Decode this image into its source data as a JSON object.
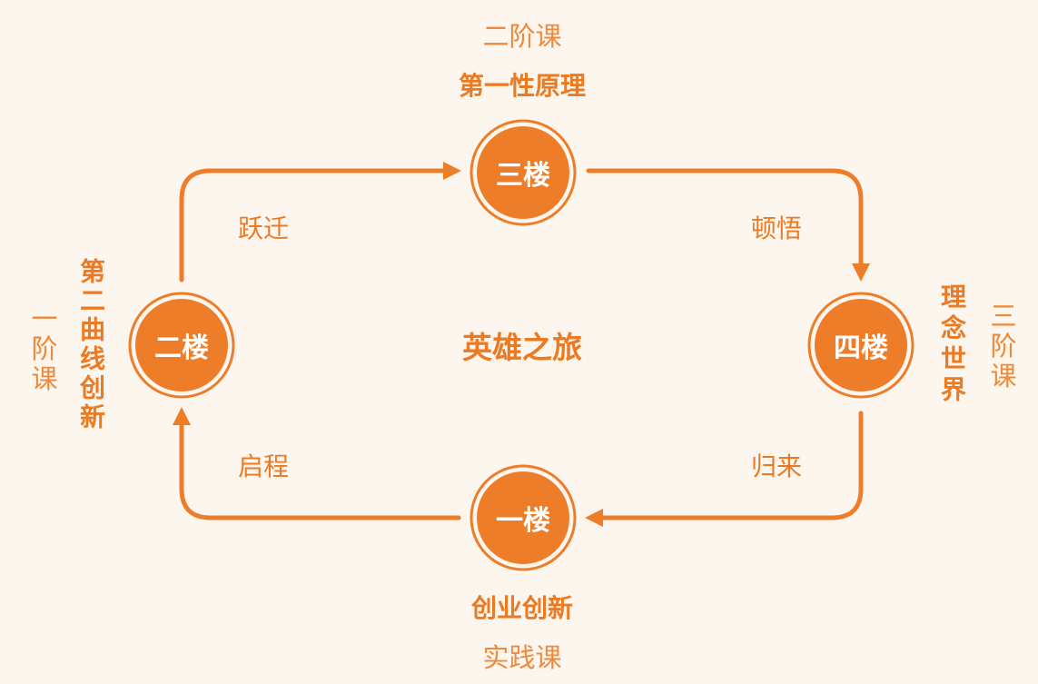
{
  "title": "英雄之旅",
  "colors": {
    "accent": "#ee7d2a",
    "background": "#fdf6ee"
  },
  "nodes": {
    "top": {
      "label": "三楼",
      "course": "二阶课",
      "theme": "第一性原理"
    },
    "left": {
      "label": "二楼",
      "course": "一阶课",
      "theme": "第二曲线创新"
    },
    "right": {
      "label": "四楼",
      "course": "三阶课",
      "theme": "理念世界"
    },
    "bottom": {
      "label": "一楼",
      "course": "实践课",
      "theme": "创业创新"
    }
  },
  "transitions": {
    "left_to_top": "跃迁",
    "top_to_right": "顿悟",
    "right_to_bottom": "归来",
    "bottom_to_left": "启程"
  }
}
